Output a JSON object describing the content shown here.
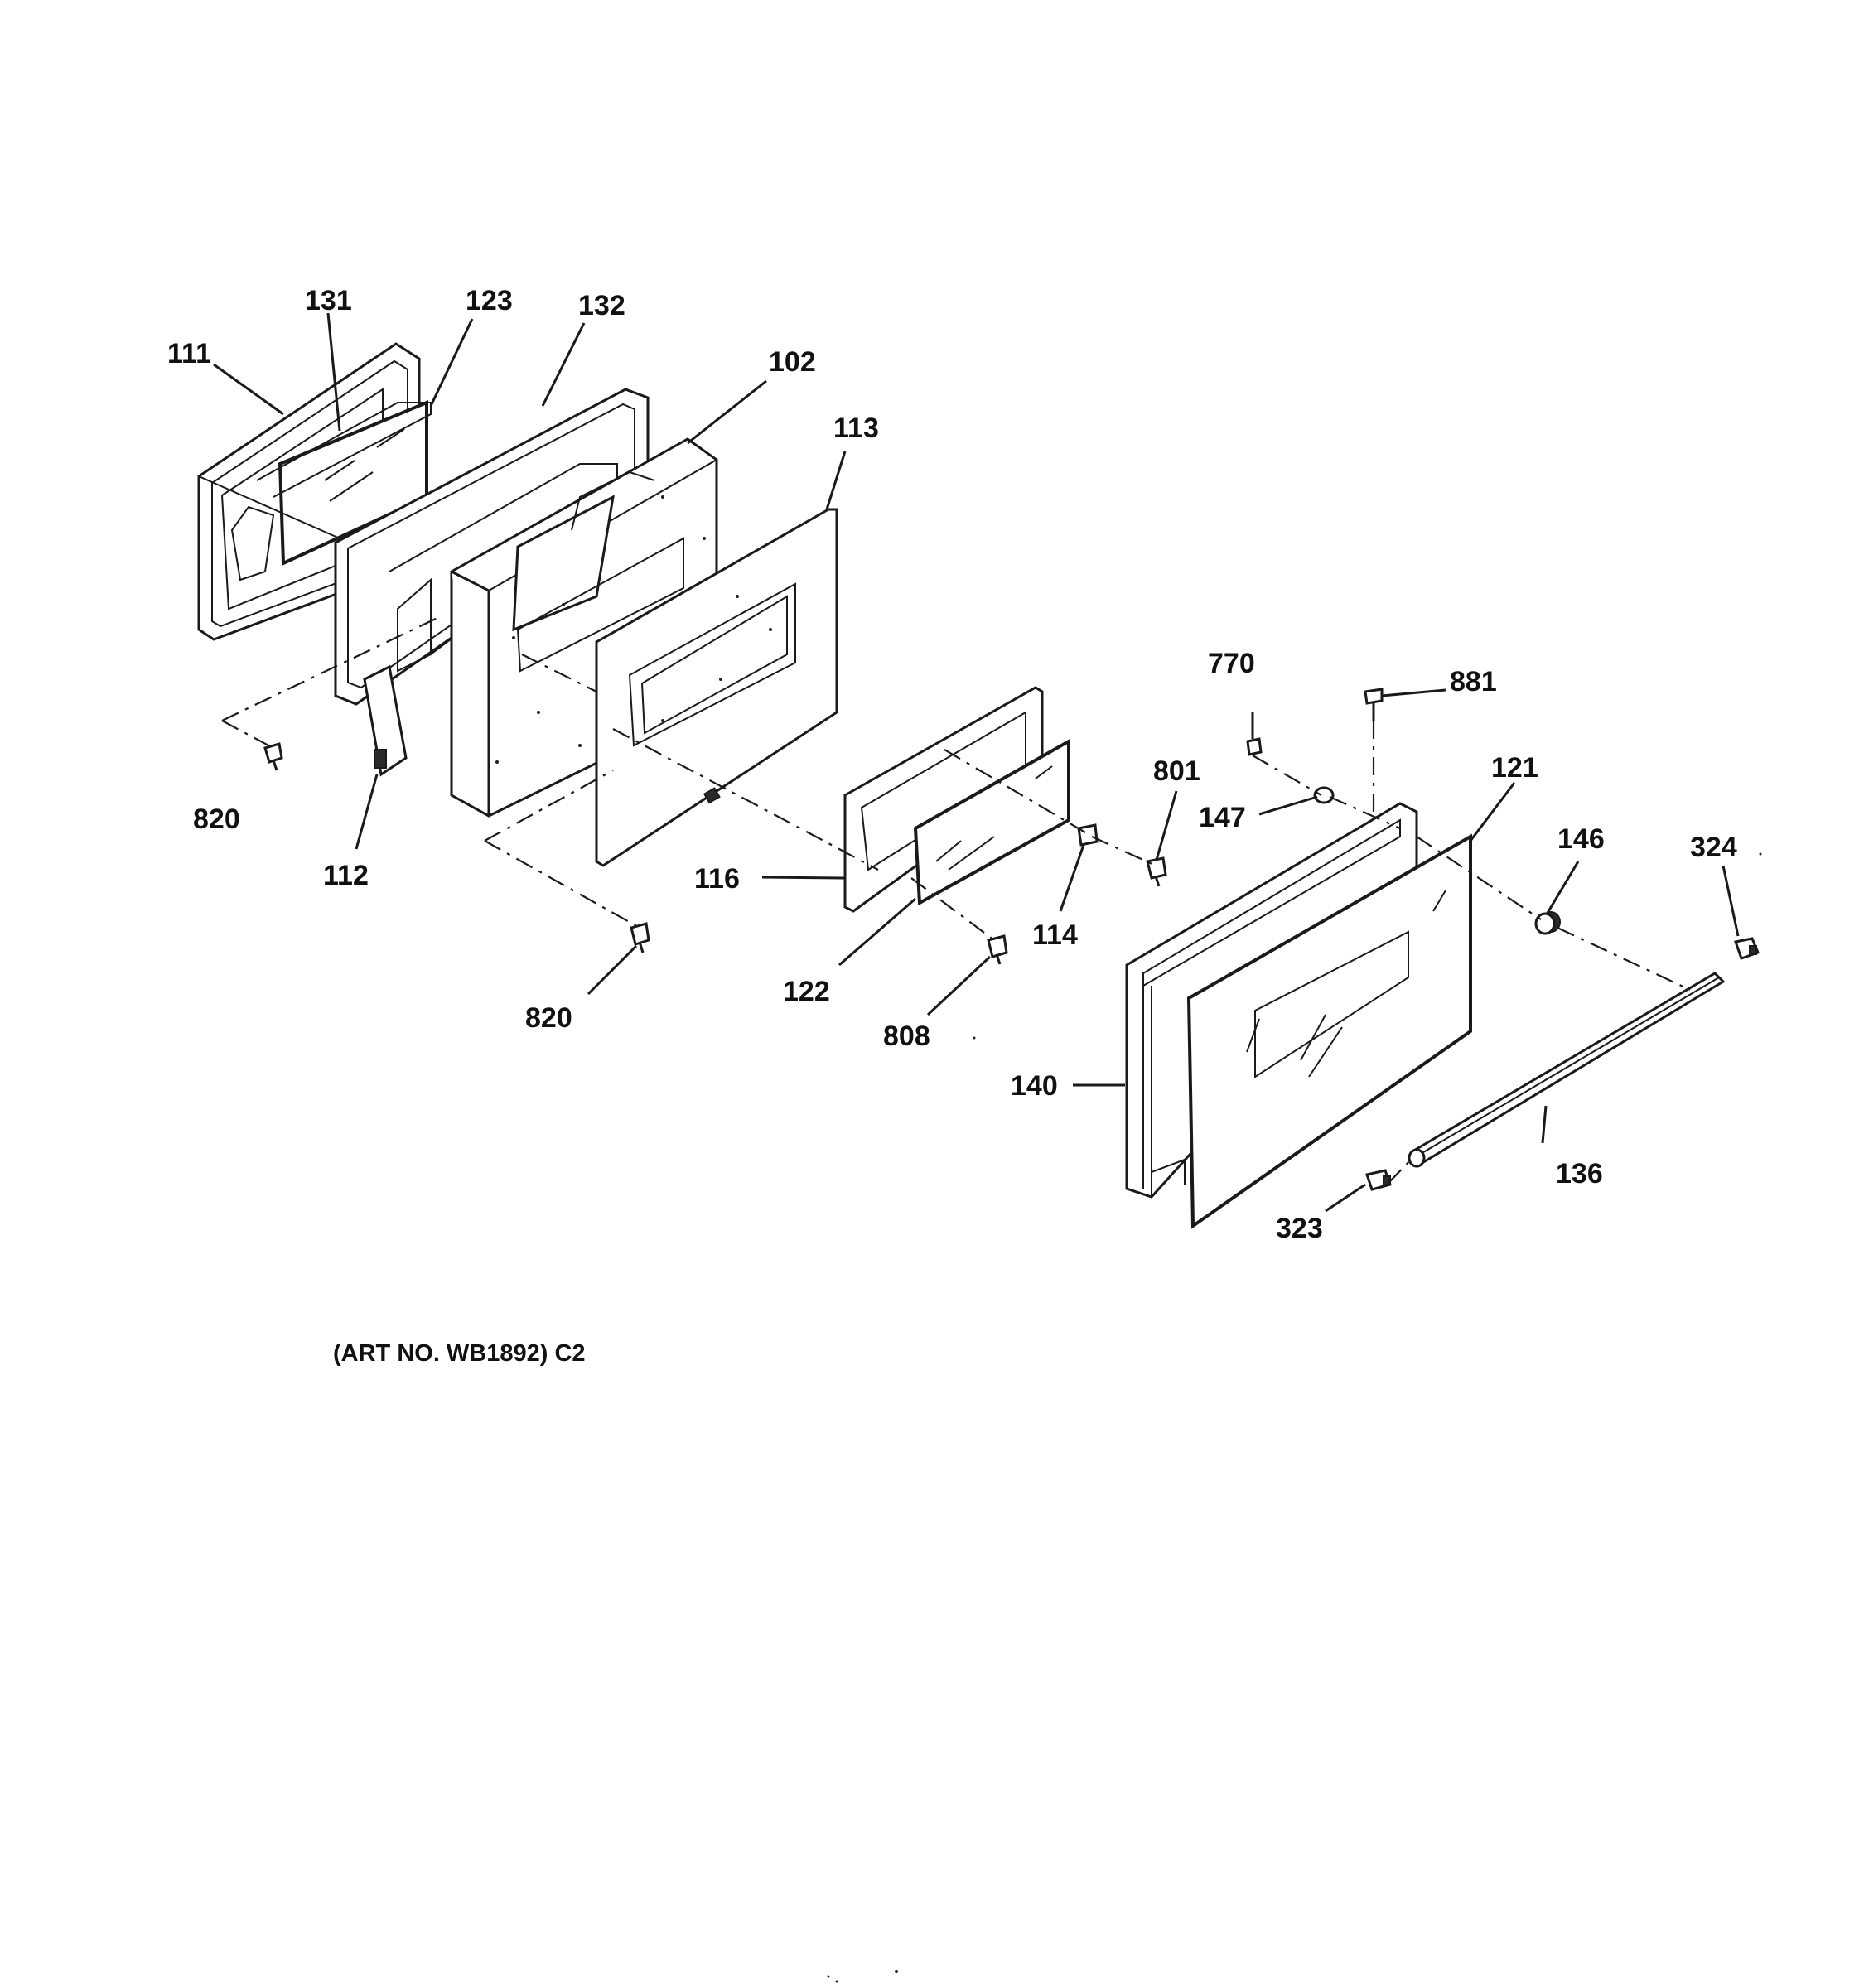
{
  "diagram": {
    "art_number": "(ART NO. WB1892) C2",
    "labels": {
      "p111": "111",
      "p131": "131",
      "p123": "123",
      "p132": "132",
      "p102": "102",
      "p113": "113",
      "p820a": "820",
      "p112": "112",
      "p820b": "820",
      "p116": "116",
      "p122": "122",
      "p808": "808",
      "p114": "114",
      "p801": "801",
      "p770": "770",
      "p881": "881",
      "p147": "147",
      "p121": "121",
      "p146": "146",
      "p324": "324",
      "p140": "140",
      "p136": "136",
      "p323": "323"
    }
  }
}
